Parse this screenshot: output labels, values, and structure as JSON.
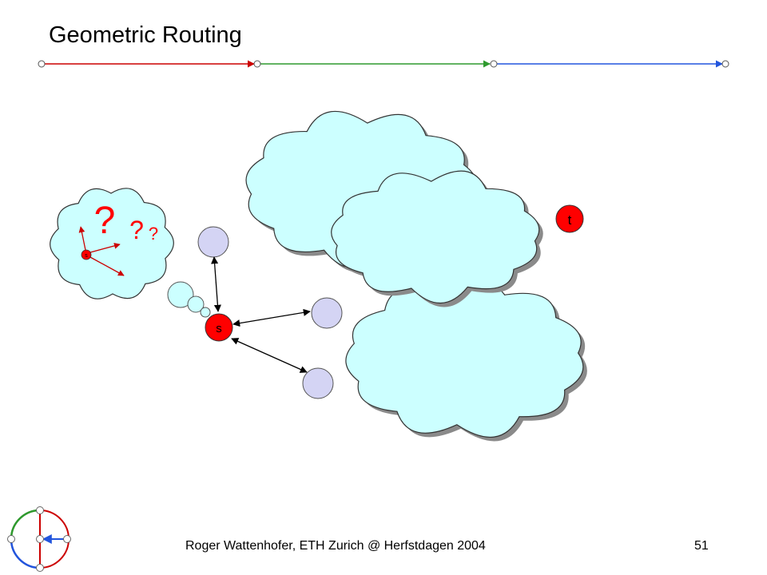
{
  "slide": {
    "title": "Geometric Routing",
    "footer": "Roger Wattenhofer, ETH Zurich @ Herfstdagen 2004",
    "page_number": "51"
  },
  "diagram": {
    "source_label": "s",
    "target_label": "t",
    "thought_small_label": "s",
    "question_marks": [
      "?",
      "?",
      "?"
    ]
  },
  "colors": {
    "node_red": "#ff0000",
    "node_lavender": "#d4d4f4",
    "cloud_fill": "#ccffff",
    "cloud_shadow": "#8a8a8a",
    "line_red": "#cc0000",
    "line_green": "#2e9a2e",
    "line_blue": "#2255dd"
  },
  "icons": [
    "geometric-routing-logo-icon"
  ]
}
